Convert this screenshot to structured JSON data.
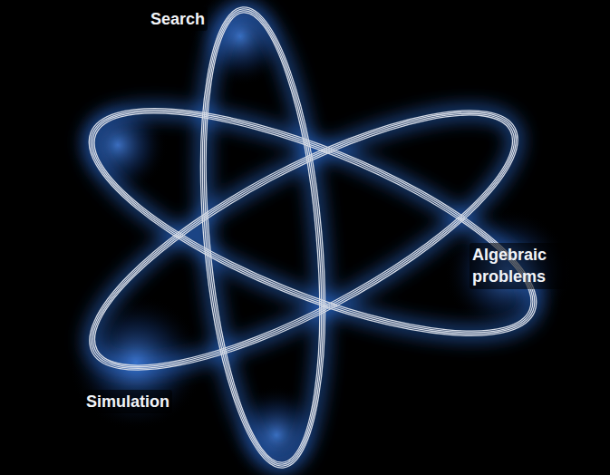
{
  "diagram": {
    "labels": [
      "Search",
      "Algebraic problems",
      "Simulation"
    ]
  }
}
